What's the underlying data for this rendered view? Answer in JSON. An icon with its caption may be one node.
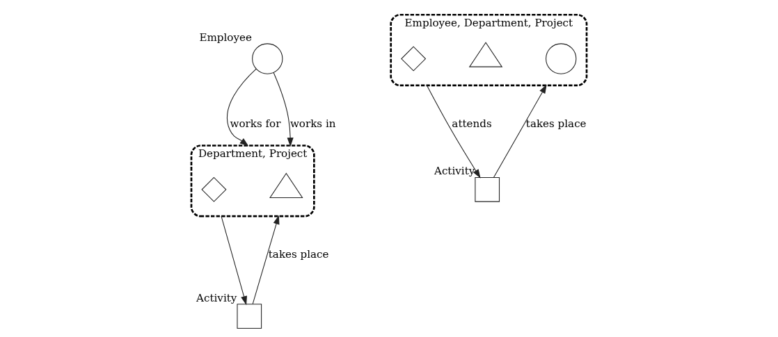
{
  "diagram": {
    "nodes": [
      {
        "text": [
          "Department, Project"
        ]
      },
      {
        "text": [],
        "shape": "diamond",
        "in": 0
      },
      {
        "text": [],
        "shape": "triangle",
        "in": 0
      },
      {
        "text": [],
        "shape": "circle",
        "beside": [
          "Employee"
        ]
      },
      {
        "text": [],
        "shape": "box",
        "beside": [
          "Activity"
        ]
      },
      {
        "text": [
          "Employee, Department, Project"
        ]
      },
      {
        "text": [],
        "shape": "diamond",
        "in": 5
      },
      {
        "text": [],
        "shape": "triangle",
        "in": 5
      },
      {
        "text": [],
        "shape": "circle",
        "in": 5
      },
      {
        "text": [],
        "shape": "box",
        "beside": [
          "Activity"
        ]
      }
    ],
    "edges": [
      {
        "from": 3,
        "to": 0,
        "arrow": "to",
        "label": "works for"
      },
      {
        "from": 3,
        "to": 0,
        "arrow": "to",
        "label": "works in"
      },
      {
        "from": 0,
        "to": 4,
        "arrow": "to"
      },
      {
        "from": 4,
        "to": 0,
        "arrow": "to",
        "label": "takes place"
      },
      {
        "from": 5,
        "to": 9,
        "arrow": "to",
        "label": "attends"
      },
      {
        "from": 9,
        "to": 5,
        "arrow": "to",
        "label": "takes place"
      }
    ]
  }
}
